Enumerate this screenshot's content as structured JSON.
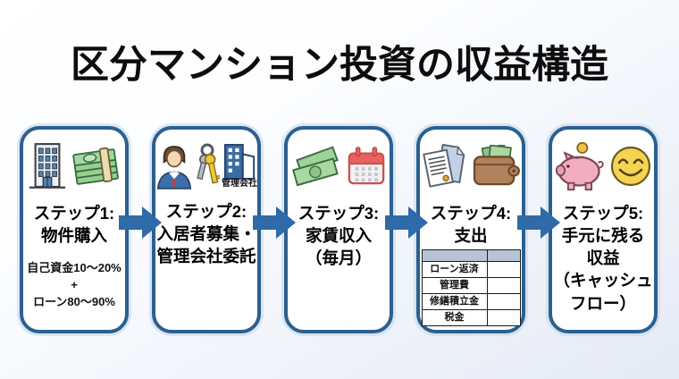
{
  "page": {
    "title": "区分マンション投資の収益構造"
  },
  "colors": {
    "background_start": "#ffffff",
    "background_end": "#e4eaf6",
    "card_border": "#2b608f",
    "arrow": "#2e6ba8",
    "table_header_bg": "#b7c3d7",
    "title_text": "#0d0d0d"
  },
  "steps": [
    {
      "title_lines": [
        "ステップ1:",
        "物件購入"
      ],
      "body_lines": [
        "自己資金10～20%",
        "+",
        "ローン80～90%"
      ],
      "icons": [
        "building-icon",
        "money-stack-icon"
      ]
    },
    {
      "title_lines": [
        "ステップ2:",
        "入居者募集・",
        "管理会社委託"
      ],
      "building_label": "管理会社",
      "icons": [
        "businessman-icon",
        "keys-icon",
        "office-building-icon"
      ]
    },
    {
      "title_lines": [
        "ステップ3:",
        "家賃収入",
        "（毎月）"
      ],
      "icons": [
        "cash-bills-icon",
        "calendar-icon"
      ]
    },
    {
      "title_lines": [
        "ステップ4:",
        "支出"
      ],
      "expense_rows": [
        "ローン返済",
        "管理費",
        "修繕積立金",
        "税金"
      ],
      "icons": [
        "invoice-documents-icon",
        "wallet-icon"
      ]
    },
    {
      "title_lines": [
        "ステップ5:",
        "手元に残る",
        "収益",
        "（キャッシュ",
        "フロー）"
      ],
      "icons": [
        "piggy-bank-icon",
        "smiley-face-icon"
      ]
    }
  ]
}
